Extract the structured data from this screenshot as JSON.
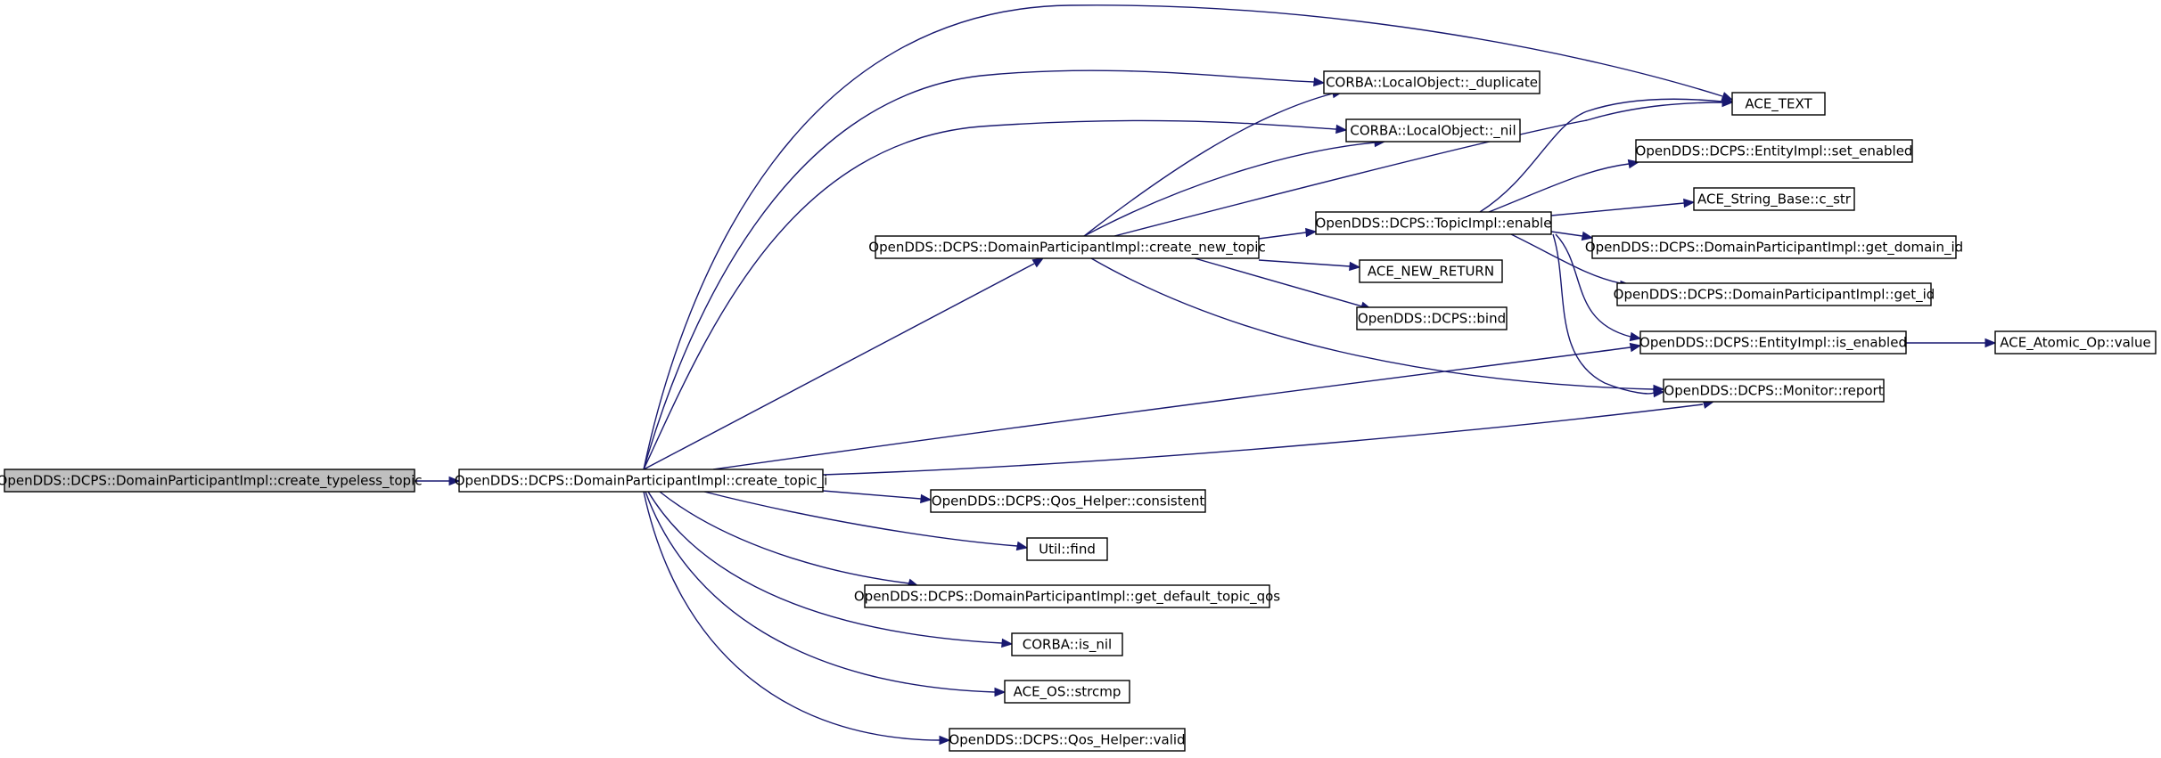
{
  "diagram": {
    "type": "call-graph",
    "colors": {
      "edge": "#191970",
      "node_border": "#000000",
      "node_fill": "#ffffff",
      "root_fill": "#bfbfbf"
    },
    "nodes": [
      {
        "id": "create_typeless_topic",
        "label": "OpenDDS::DCPS::DomainParticipantImpl::create_typeless_topic",
        "root": true
      },
      {
        "id": "create_topic_i",
        "label": "OpenDDS::DCPS::DomainParticipantImpl::create_topic_i"
      },
      {
        "id": "create_new_topic",
        "label": "OpenDDS::DCPS::DomainParticipantImpl::create_new_topic"
      },
      {
        "id": "duplicate",
        "label": "CORBA::LocalObject::_duplicate"
      },
      {
        "id": "nil",
        "label": "CORBA::LocalObject::_nil"
      },
      {
        "id": "ace_text",
        "label": "ACE_TEXT"
      },
      {
        "id": "topic_enable",
        "label": "OpenDDS::DCPS::TopicImpl::enable"
      },
      {
        "id": "set_enabled",
        "label": "OpenDDS::DCPS::EntityImpl::set_enabled"
      },
      {
        "id": "c_str",
        "label": "ACE_String_Base::c_str"
      },
      {
        "id": "get_domain_id",
        "label": "OpenDDS::DCPS::DomainParticipantImpl::get_domain_id"
      },
      {
        "id": "get_id",
        "label": "OpenDDS::DCPS::DomainParticipantImpl::get_id"
      },
      {
        "id": "ace_new_return",
        "label": "ACE_NEW_RETURN"
      },
      {
        "id": "bind",
        "label": "OpenDDS::DCPS::bind"
      },
      {
        "id": "is_enabled",
        "label": "OpenDDS::DCPS::EntityImpl::is_enabled"
      },
      {
        "id": "atomic_value",
        "label": "ACE_Atomic_Op::value"
      },
      {
        "id": "monitor_report",
        "label": "OpenDDS::DCPS::Monitor::report"
      },
      {
        "id": "consistent",
        "label": "OpenDDS::DCPS::Qos_Helper::consistent"
      },
      {
        "id": "util_find",
        "label": "Util::find"
      },
      {
        "id": "get_default_topic_qos",
        "label": "OpenDDS::DCPS::DomainParticipantImpl::get_default_topic_qos"
      },
      {
        "id": "corba_is_nil",
        "label": "CORBA::is_nil"
      },
      {
        "id": "strcmp",
        "label": "ACE_OS::strcmp"
      },
      {
        "id": "valid",
        "label": "OpenDDS::DCPS::Qos_Helper::valid"
      }
    ],
    "edges": [
      {
        "from": "create_typeless_topic",
        "to": "create_topic_i"
      },
      {
        "from": "create_topic_i",
        "to": "ace_text"
      },
      {
        "from": "create_topic_i",
        "to": "duplicate"
      },
      {
        "from": "create_topic_i",
        "to": "nil"
      },
      {
        "from": "create_topic_i",
        "to": "create_new_topic"
      },
      {
        "from": "create_topic_i",
        "to": "is_enabled"
      },
      {
        "from": "create_topic_i",
        "to": "monitor_report"
      },
      {
        "from": "create_topic_i",
        "to": "consistent"
      },
      {
        "from": "create_topic_i",
        "to": "util_find"
      },
      {
        "from": "create_topic_i",
        "to": "get_default_topic_qos"
      },
      {
        "from": "create_topic_i",
        "to": "corba_is_nil"
      },
      {
        "from": "create_topic_i",
        "to": "strcmp"
      },
      {
        "from": "create_topic_i",
        "to": "valid"
      },
      {
        "from": "create_new_topic",
        "to": "duplicate"
      },
      {
        "from": "create_new_topic",
        "to": "nil"
      },
      {
        "from": "create_new_topic",
        "to": "ace_text"
      },
      {
        "from": "create_new_topic",
        "to": "topic_enable"
      },
      {
        "from": "create_new_topic",
        "to": "ace_new_return"
      },
      {
        "from": "create_new_topic",
        "to": "bind"
      },
      {
        "from": "create_new_topic",
        "to": "monitor_report"
      },
      {
        "from": "topic_enable",
        "to": "ace_text"
      },
      {
        "from": "topic_enable",
        "to": "set_enabled"
      },
      {
        "from": "topic_enable",
        "to": "c_str"
      },
      {
        "from": "topic_enable",
        "to": "get_domain_id"
      },
      {
        "from": "topic_enable",
        "to": "get_id"
      },
      {
        "from": "topic_enable",
        "to": "is_enabled"
      },
      {
        "from": "topic_enable",
        "to": "monitor_report"
      },
      {
        "from": "is_enabled",
        "to": "atomic_value"
      }
    ]
  }
}
